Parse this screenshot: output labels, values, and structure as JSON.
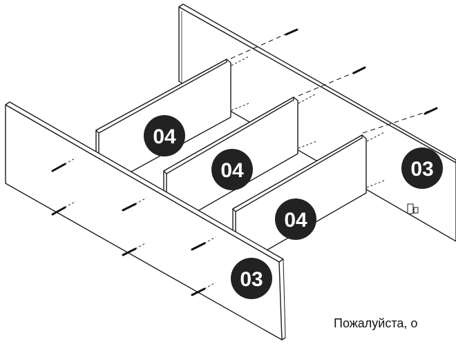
{
  "diagram": {
    "part_labels": {
      "divider_top": "04",
      "divider_middle": "04",
      "divider_bottom": "04",
      "side_right": "03",
      "side_front": "03"
    },
    "caption": "Пожалуйста, о",
    "colors": {
      "line": "#1a1a1a",
      "panel_fill": "#ffffff",
      "badge_fill": "#222222",
      "badge_text": "#ffffff"
    }
  }
}
